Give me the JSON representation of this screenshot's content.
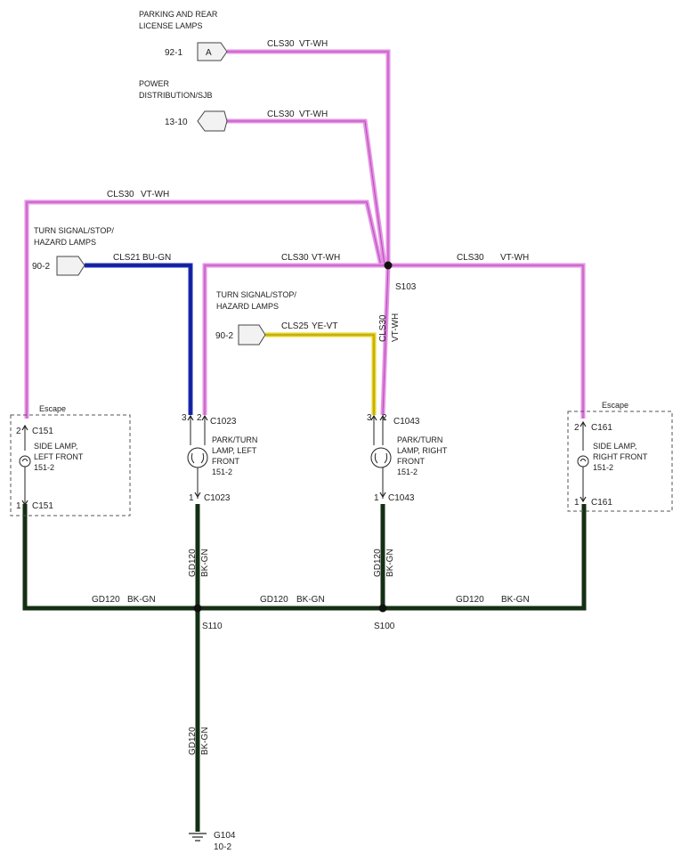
{
  "colors": {
    "vt_wh": "#e691e6",
    "vt_wh_core": "#c44fc4",
    "bu_gn": "#1a2ab8",
    "ye_vt": "#e7d21e",
    "bk_gn": "#143014",
    "line": "#333333"
  },
  "sources": {
    "parking": {
      "title1": "PARKING AND REAR",
      "title2": "LICENSE LAMPS",
      "ref": "92-1",
      "connector": "A"
    },
    "power": {
      "title1": "POWER",
      "title2": "DISTRIBUTION/SJB",
      "ref": "13-10"
    },
    "turn_left": {
      "title1": "TURN SIGNAL/STOP/",
      "title2": "HAZARD LAMPS",
      "ref": "90-2"
    },
    "turn_right": {
      "title1": "TURN SIGNAL/STOP/",
      "title2": "HAZARD LAMPS",
      "ref": "90-2"
    }
  },
  "wires": {
    "cls30": "CLS30",
    "vt_wh": "VT-WH",
    "cls21": "CLS21",
    "bu_gn": "BU-GN",
    "cls25": "CLS25",
    "ye_vt": "YE-VT",
    "gd120": "GD120",
    "bk_gn": "BK-GN"
  },
  "splices": {
    "s103": "S103",
    "s110": "S110",
    "s100": "S100"
  },
  "components": {
    "side_left": {
      "escape": "Escape",
      "pin_top": "2",
      "conn_top": "C151",
      "name1": "SIDE LAMP,",
      "name2": "LEFT FRONT",
      "ref": "151-2",
      "pin_bottom": "1",
      "conn_bottom": "C151"
    },
    "park_left": {
      "pin3": "3",
      "pin2": "2",
      "conn_top": "C1023",
      "name1": "PARK/TURN",
      "name2": "LAMP, LEFT",
      "name3": "FRONT",
      "ref": "151-2",
      "pin_bottom": "1",
      "conn_bottom": "C1023"
    },
    "park_right": {
      "pin3": "3",
      "pin2": "2",
      "conn_top": "C1043",
      "name1": "PARK/TURN",
      "name2": "LAMP, RIGHT",
      "name3": "FRONT",
      "ref": "151-2",
      "pin_bottom": "1",
      "conn_bottom": "C1043"
    },
    "side_right": {
      "escape": "Escape",
      "pin_top": "2",
      "conn_top": "C161",
      "name1": "SIDE LAMP,",
      "name2": "RIGHT FRONT",
      "ref": "151-2",
      "pin_bottom": "1",
      "conn_bottom": "C161"
    }
  },
  "ground": {
    "name": "G104",
    "ref": "10-2"
  }
}
